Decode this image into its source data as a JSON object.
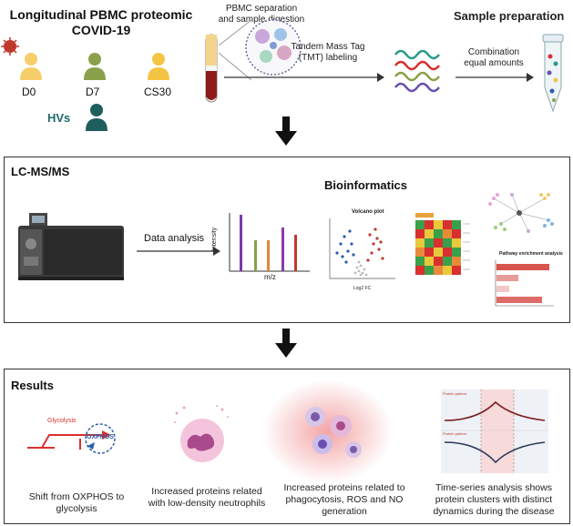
{
  "top": {
    "title_line1": "Longitudinal PBMC proteomic",
    "title_line2": "COVID-19",
    "groups": [
      "D0",
      "D7",
      "CS30"
    ],
    "hvs_label": "HVs",
    "pbmc_line1": "PBMC separation",
    "pbmc_line2": "and sample digestion",
    "tmt_line1": "Tandem Mass Tag",
    "tmt_line2": "(TMT) labeling",
    "sample_prep": "Sample preparation",
    "combo_line1": "Combination",
    "combo_line2": "equal amounts"
  },
  "middle": {
    "lcms": "LC-MS/MS",
    "bioinfo": "Bioinformatics",
    "data_analysis": "Data analysis",
    "intensity": "Intensity",
    "mz": "m/z",
    "volcano_title": "Volcano plot",
    "volcano_x": "Log2 FC",
    "pathway_title": "Pathway enrichment analysis"
  },
  "results": {
    "title": "Results",
    "glycolysis": "Glycolysis",
    "oxphos": "OXPHOS",
    "protein_pattern": "Protein pattern",
    "cap1_l1": "Shift from OXPHOS to",
    "cap1_l2": "glycolysis",
    "cap2_l1": "Increased proteins related",
    "cap2_l2": "with low-density neutrophils",
    "cap3_l1": "Increased proteins related to",
    "cap3_l2": "phagocytosis, ROS and NO",
    "cap3_l3": "generation",
    "cap4_l1": "Time-series analysis shows",
    "cap4_l2": "protein clusters with distinct",
    "cap4_l3": "dynamics during the disease"
  },
  "colors": {
    "person_yellow": "#f4c542",
    "person_olive": "#8aa04a",
    "person_teal": "#1e5e5c",
    "red": "#d9302f",
    "blue": "#2b5ea8"
  }
}
